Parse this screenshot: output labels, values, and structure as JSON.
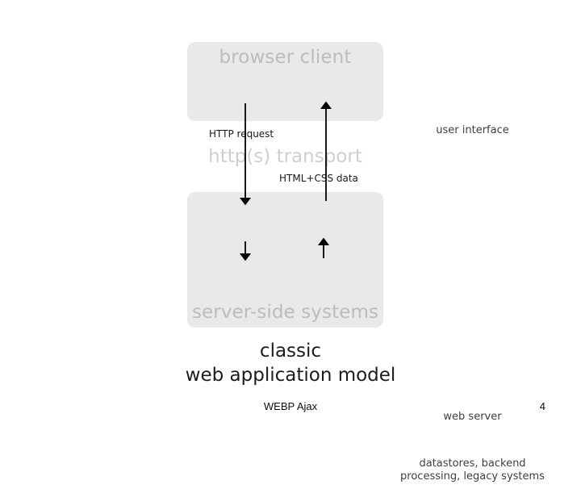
{
  "slide": {
    "caption_line1": "classic",
    "caption_line2": "web application model",
    "footer_text": "WEBP Ajax",
    "page_number": "4"
  },
  "diagram": {
    "browser_panel": {
      "title": "browser client",
      "boxes": [
        {
          "label": "user interface"
        }
      ]
    },
    "transport": {
      "title": "http(s) transport",
      "labels": [
        {
          "text": "HTTP request"
        },
        {
          "text": "HTML+CSS data"
        }
      ]
    },
    "server_panel": {
      "title": "server-side systems",
      "boxes": [
        {
          "label": "web server"
        },
        {
          "label_line1": "datastores, backend",
          "label_line2": "processing, legacy systems"
        }
      ]
    },
    "arrows": [
      {
        "name": "ui-to-webserver-arrow",
        "direction": "down"
      },
      {
        "name": "webserver-to-ui-arrow",
        "direction": "up"
      },
      {
        "name": "webserver-to-datastores-arrow",
        "direction": "down"
      },
      {
        "name": "datastores-to-webserver-arrow",
        "direction": "up"
      }
    ]
  },
  "colors": {
    "panel_background": "#e9e9e9",
    "panel_title": "#bcbcbc",
    "transport_title": "#cfcfcf",
    "box_background": "#ffffff",
    "box_text": "#3f3f3f",
    "arrow": "#000000",
    "caption_text": "#1c1c1c"
  }
}
